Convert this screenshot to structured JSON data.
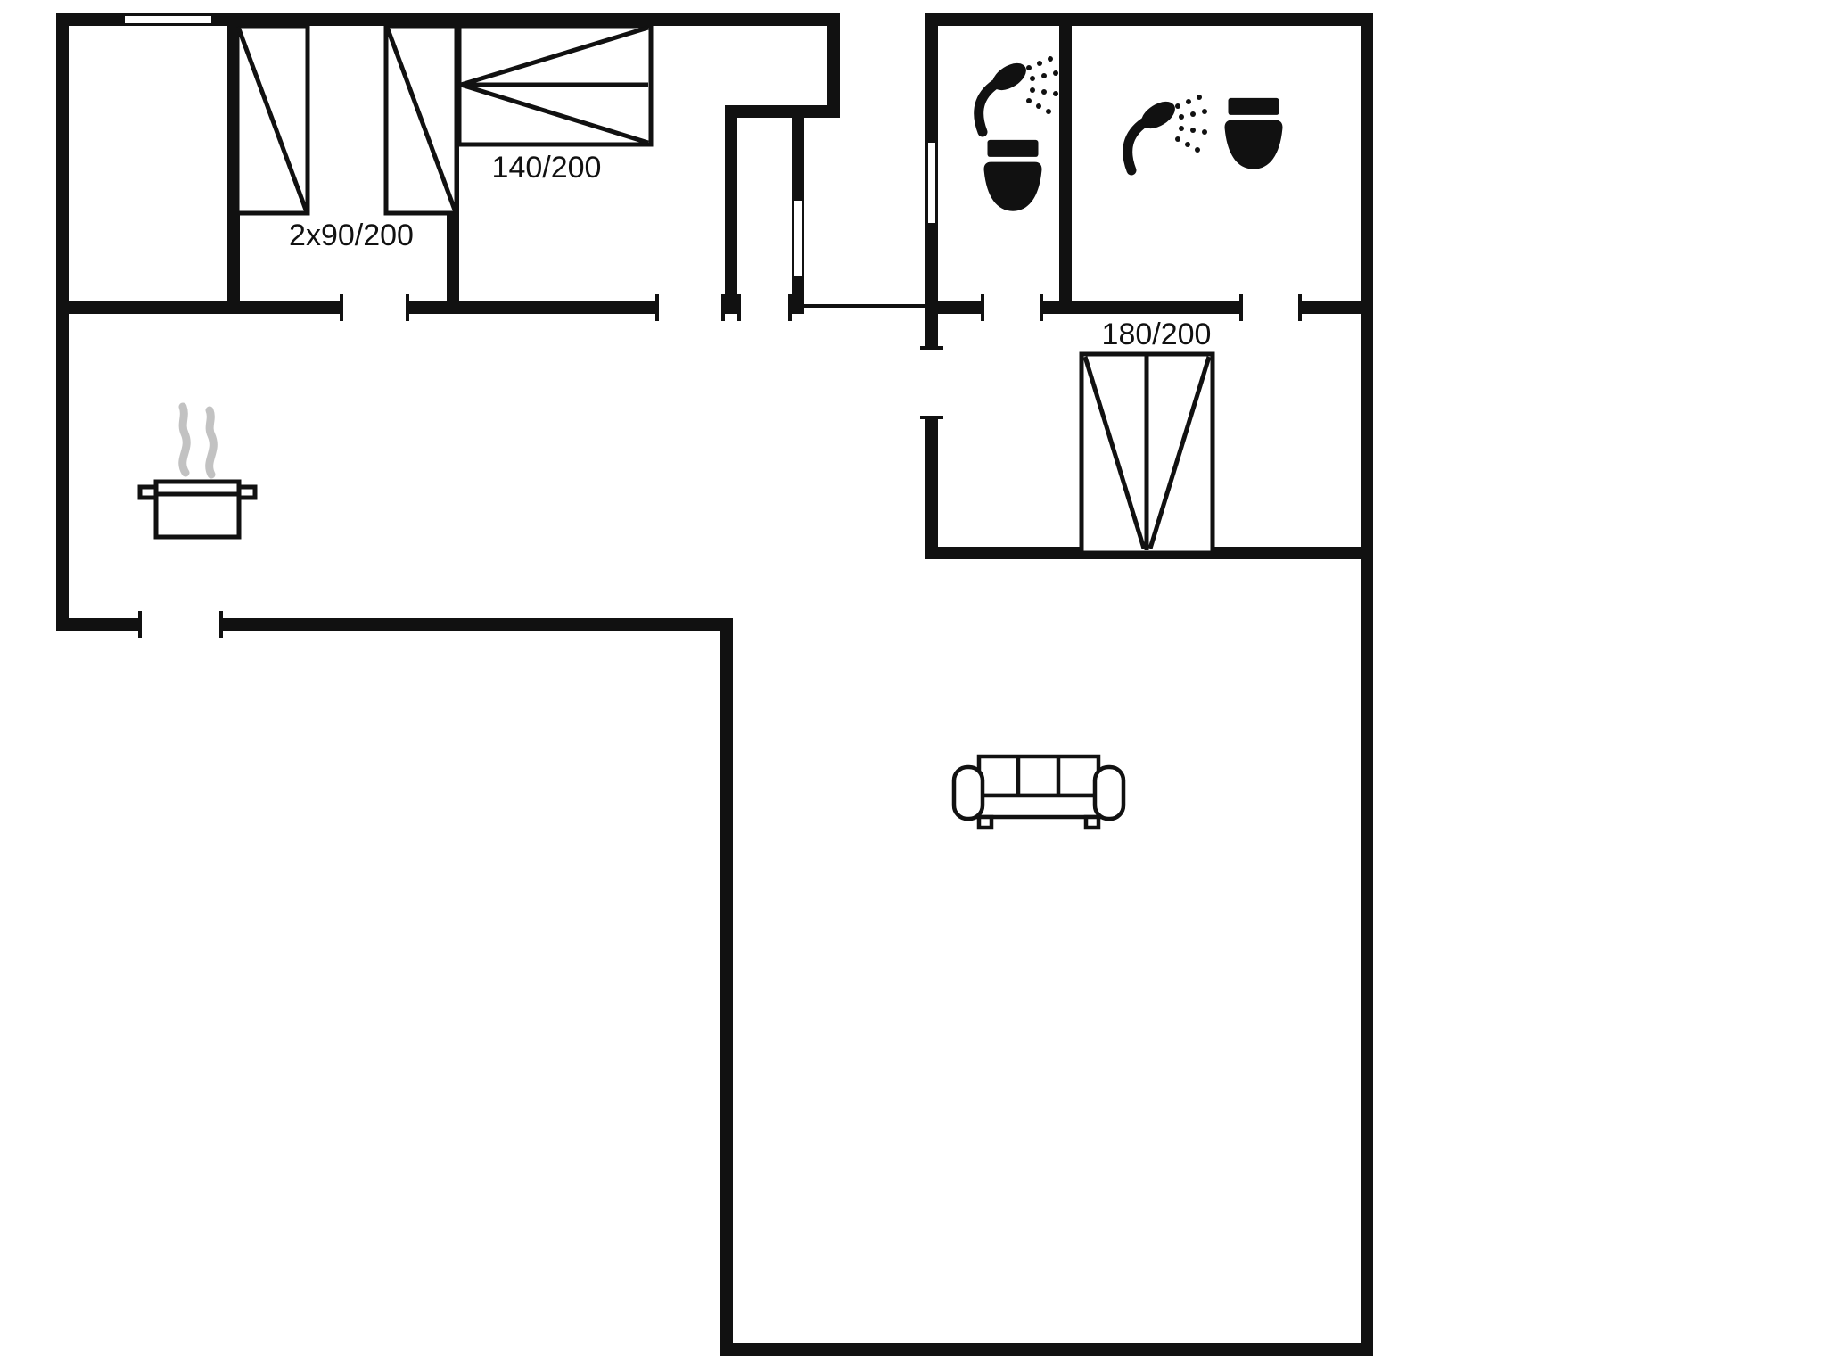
{
  "colors": {
    "wall": "#111111",
    "background": "#ffffff",
    "steam": "#c2c2c2"
  },
  "floorplan": {
    "beds": {
      "twin": {
        "label": "2x90/200"
      },
      "double_small": {
        "label": "140/200"
      },
      "double_large": {
        "label": "180/200"
      }
    },
    "icons": {
      "shower": "shower-icon",
      "toilet": "toilet-icon",
      "stove_pot": "stove-pot-icon",
      "sofa": "sofa-icon",
      "window": "window-marker",
      "door": "door-opening"
    }
  }
}
